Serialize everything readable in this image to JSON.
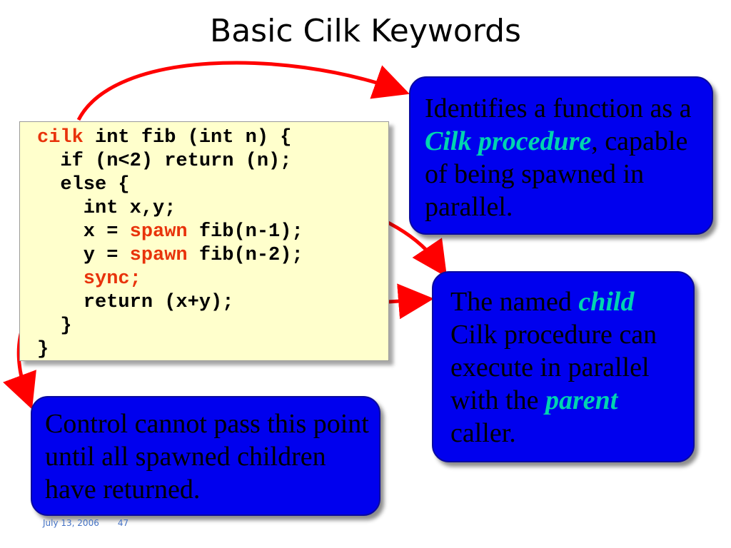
{
  "slide": {
    "title": "Basic Cilk Keywords",
    "footer_date": "July 13, 2006",
    "footer_page": "47"
  },
  "code": {
    "l1_kw": "cilk",
    "l1_rest": " int fib (int n) {",
    "l2": "  if (n<2) return (n);",
    "l3": "  else {",
    "l4": "    int x,y;",
    "l5_pre": "    x = ",
    "l5_kw": "spawn",
    "l5_post": " fib(n-1);",
    "l6_pre": "    y = ",
    "l6_kw": "spawn",
    "l6_post": " fib(n-2);",
    "l7_kw": "    sync;",
    "l8": "    return (x+y);",
    "l9": "  }",
    "l10": "}"
  },
  "callouts": {
    "cilk": {
      "t1": "Identifies a function as a ",
      "hl": "Cilk procedure",
      "t2": ", capable of being spawned in parallel."
    },
    "child": {
      "t1": "The named ",
      "hl1": "child",
      "t2": " Cilk procedure can execute in parallel with the ",
      "hl2": "parent",
      "t3": " caller."
    },
    "sync": {
      "t1": "Control cannot pass this point until all spawned children have returned."
    }
  },
  "colors": {
    "keyword": "#e8330b",
    "callout_bg": "#0000ee",
    "highlight": "#00d4b0",
    "code_bg": "#ffffcc",
    "arrow": "#ff0000"
  }
}
